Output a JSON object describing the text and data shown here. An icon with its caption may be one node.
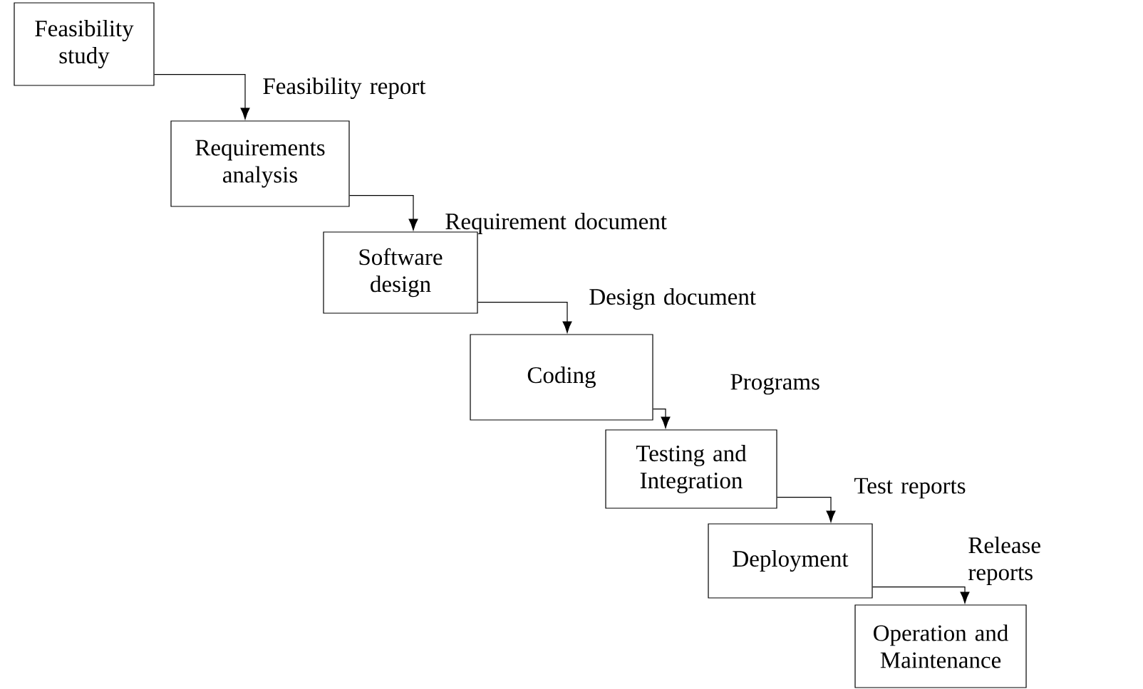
{
  "diagram": {
    "nodes": [
      {
        "text": [
          "Feasibility study"
        ]
      },
      {
        "text": [
          "Requirements analysis"
        ]
      },
      {
        "text": [
          "Software design"
        ]
      },
      {
        "text": [
          "Coding"
        ]
      },
      {
        "text": [
          "Testing and Integration"
        ]
      },
      {
        "text": [
          "Deployment"
        ]
      },
      {
        "text": [
          "Operation and Maintenance"
        ]
      }
    ],
    "edges": [
      {
        "from": 0,
        "to": 1,
        "arrow": "to",
        "label": "Feasibility report"
      },
      {
        "from": 1,
        "to": 2,
        "arrow": "to",
        "label": "Requirement document"
      },
      {
        "from": 2,
        "to": 3,
        "arrow": "to",
        "label": "Design document"
      },
      {
        "from": 3,
        "to": 4,
        "arrow": "to",
        "label": "Programs"
      },
      {
        "from": 4,
        "to": 5,
        "arrow": "to",
        "label": "Test reports"
      },
      {
        "from": 5,
        "to": 6,
        "arrow": "to",
        "label": "Release reports"
      }
    ]
  }
}
